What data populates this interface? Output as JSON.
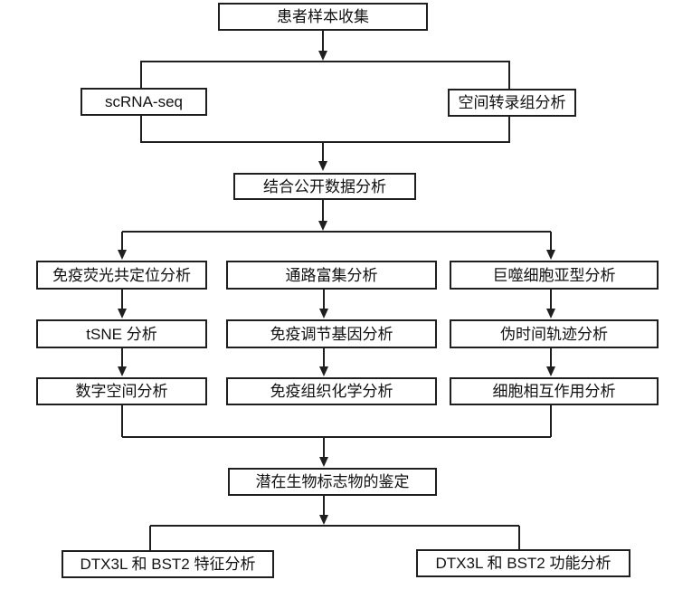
{
  "diagram": {
    "type": "flowchart",
    "nodes": {
      "patient_sample_collection": "患者样本收集",
      "scrna_seq": "scRNA-seq",
      "spatial_transcriptomics": "空间转录组分析",
      "combined_public_data": "结合公开数据分析",
      "if_colocalization": "免疫荧光共定位分析",
      "pathway_enrichment": "通路富集分析",
      "macrophage_subtype": "巨噬细胞亚型分析",
      "tsne": "tSNE 分析",
      "immune_regulatory_genes": "免疫调节基因分析",
      "pseudotime_trajectory": "伪时间轨迹分析",
      "digital_spatial": "数字空间分析",
      "immunohistochemistry": "免疫组织化学分析",
      "cell_interaction": "细胞相互作用分析",
      "biomarker_identification": "潜在生物标志物的鉴定",
      "dtx3l_bst2_feature": "DTX3L 和 BST2 特征分析",
      "dtx3l_bst2_function": "DTX3L 和 BST2 功能分析"
    },
    "colors": {
      "line": "#1f1f1f",
      "box_border": "#1f1f1f",
      "box_fill": "#ffffff",
      "text": "#111111",
      "background": "#ffffff"
    }
  }
}
